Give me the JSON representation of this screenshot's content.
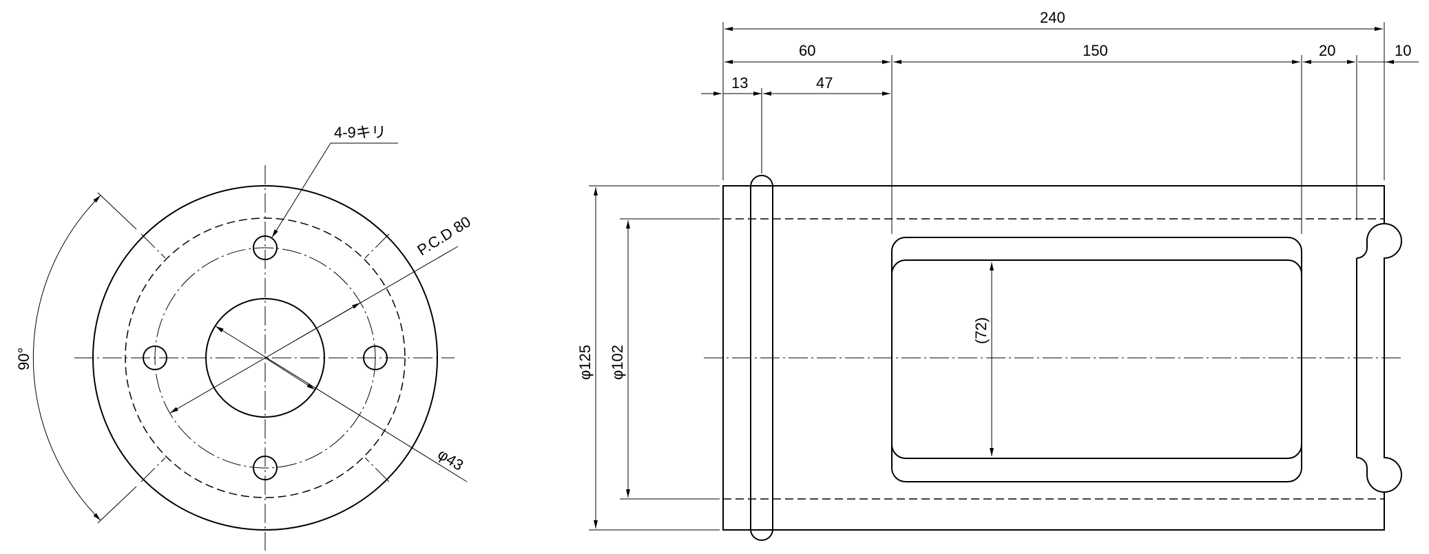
{
  "drawing": {
    "front_view": {
      "hole_callout": "4-9キリ",
      "pcd_label": "P.C.D 80",
      "bore_dia_label": "φ43",
      "angle_label": "90°"
    },
    "side_view": {
      "overall_length": "240",
      "seg_60": "60",
      "seg_150": "150",
      "seg_20": "20",
      "seg_10": "10",
      "seg_13": "13",
      "seg_47": "47",
      "window_ref": "(72)",
      "outer_dia_label": "φ125",
      "inner_dia_label": "φ102"
    }
  }
}
